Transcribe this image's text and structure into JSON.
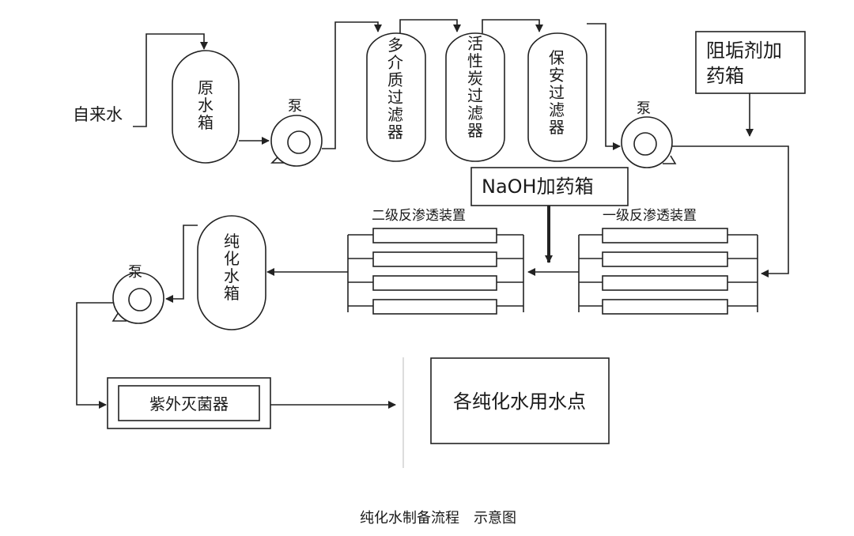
{
  "labels": {
    "tap_water": "自来水",
    "raw_tank": "原水箱",
    "pump": "泵",
    "multi_media_filter": "多介质过滤器",
    "carbon_filter": "活性炭过滤器",
    "security_filter": "保安过滤器",
    "antiscalant_box": [
      "阻垢剂加",
      "药箱"
    ],
    "naoh_box": "NaOH加药箱",
    "ro_stage_2": "二级反渗透装置",
    "ro_stage_1": "一级反渗透装置",
    "pure_tank": "纯化水箱",
    "uv_sterilizer": "紫外灭菌器",
    "use_points": "各纯化水用水点",
    "caption": "纯化水制备流程　示意图"
  }
}
